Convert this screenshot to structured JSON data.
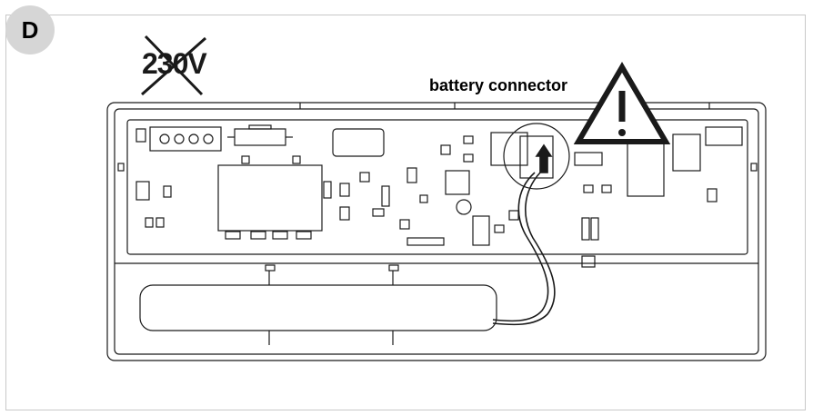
{
  "step": {
    "letter": "D"
  },
  "voltage_warning": {
    "text": "230V",
    "crossed_out": true
  },
  "callout": {
    "label": "battery connector"
  },
  "icons": [
    "warning-triangle-icon",
    "cross-out-icon",
    "arrow-up-icon"
  ],
  "colors": {
    "line": "#1a1a1a",
    "badge": "#d6d6d6",
    "frame": "#c8c8c8"
  }
}
